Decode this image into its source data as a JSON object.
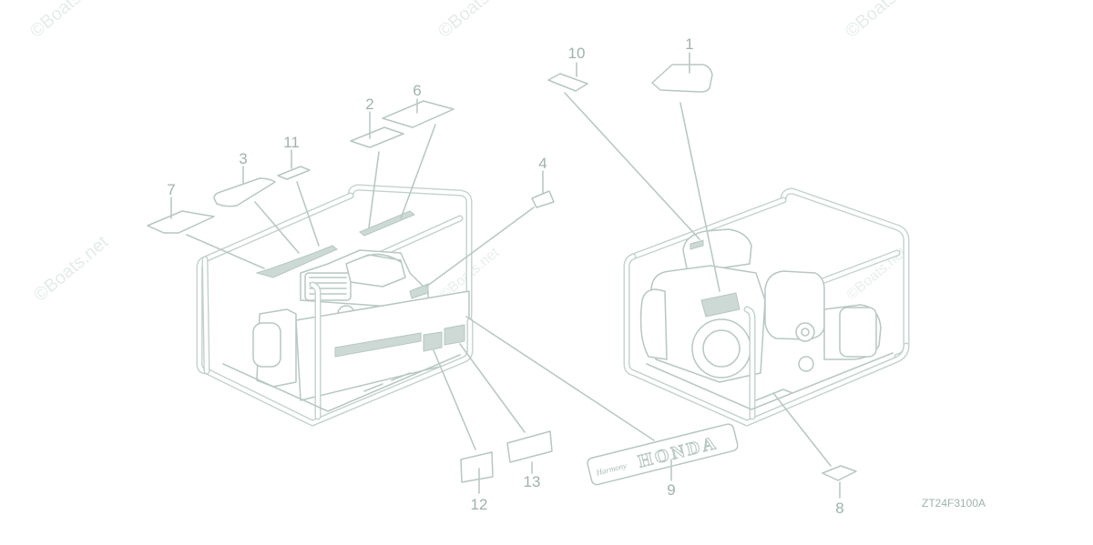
{
  "watermark": "©Boats.net",
  "diagram_code": "ZT24F3100A",
  "callouts": [
    "1",
    "2",
    "3",
    "4",
    "6",
    "7",
    "8",
    "9",
    "10",
    "11",
    "12",
    "13"
  ],
  "emblem": {
    "brand": "HONDA",
    "model": "Harmony"
  }
}
